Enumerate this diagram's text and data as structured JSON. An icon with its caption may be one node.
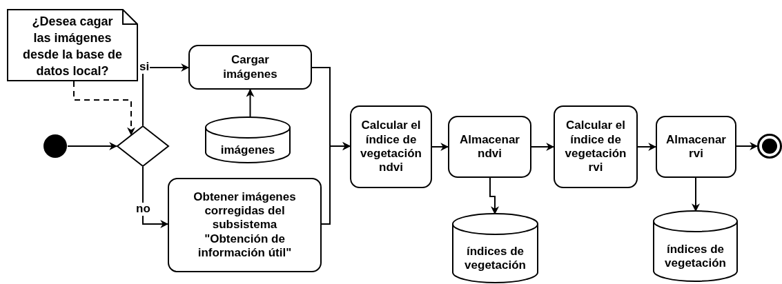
{
  "diagram": {
    "nodes": [
      {
        "text": [
          "¿Desea cagar las imágenes desde la base de datos local?"
        ]
      },
      {
        "text": [],
        "shape": "circle"
      },
      {
        "text": [],
        "shape": "diamond"
      },
      {
        "text": [
          "Cargar imágenes"
        ]
      },
      {
        "text": [
          "imágenes"
        ]
      },
      {
        "text": [
          "Obtener imágenes corregidas del subsistema \"Obtención de información útil\""
        ]
      },
      {
        "text": [
          "Calcular el índice de vegetación ndvi"
        ]
      },
      {
        "text": [
          "Almacenar ndvi"
        ]
      },
      {
        "text": [
          "índices de vegetación"
        ]
      },
      {
        "text": [
          "Calcular el índice de vegetación rvi"
        ]
      },
      {
        "text": [
          "Almacenar rvi"
        ]
      },
      {
        "text": [
          "índices de vegetación"
        ]
      },
      {
        "text": [],
        "shape": "circle"
      }
    ],
    "edges": [
      {
        "from": 1,
        "to": 2,
        "arrow": "to"
      },
      {
        "from": 0,
        "to": 2,
        "arrow": "to",
        "style": "dashed"
      },
      {
        "from": 2,
        "to": 3,
        "arrow": "to",
        "label": "si"
      },
      {
        "from": 2,
        "to": 5,
        "arrow": "to",
        "label": "no"
      },
      {
        "from": 4,
        "to": 3,
        "arrow": "to"
      },
      {
        "from": 3,
        "to": 6,
        "arrow": "to"
      },
      {
        "from": 5,
        "to": 6,
        "arrow": "to"
      },
      {
        "from": 6,
        "to": 7,
        "arrow": "to"
      },
      {
        "from": 7,
        "to": 8,
        "arrow": "to"
      },
      {
        "from": 7,
        "to": 9,
        "arrow": "to"
      },
      {
        "from": 9,
        "to": 10,
        "arrow": "to"
      },
      {
        "from": 10,
        "to": 11,
        "arrow": "to"
      },
      {
        "from": 10,
        "to": 12,
        "arrow": "to"
      }
    ]
  }
}
